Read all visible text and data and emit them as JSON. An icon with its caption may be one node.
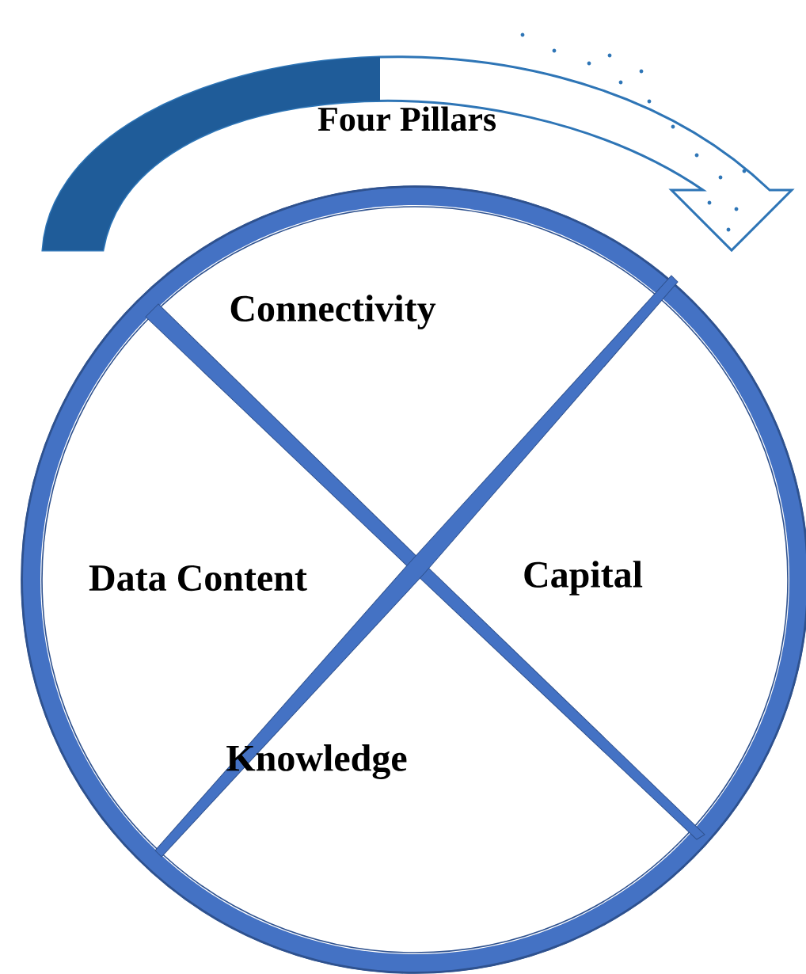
{
  "diagram": {
    "title": "Four Pillars",
    "nodes": [
      {
        "text": [
          "Connectivity"
        ]
      },
      {
        "text": [
          "Data Content"
        ]
      },
      {
        "text": [
          "Capital"
        ]
      },
      {
        "text": [
          "Knowledge"
        ]
      }
    ]
  }
}
